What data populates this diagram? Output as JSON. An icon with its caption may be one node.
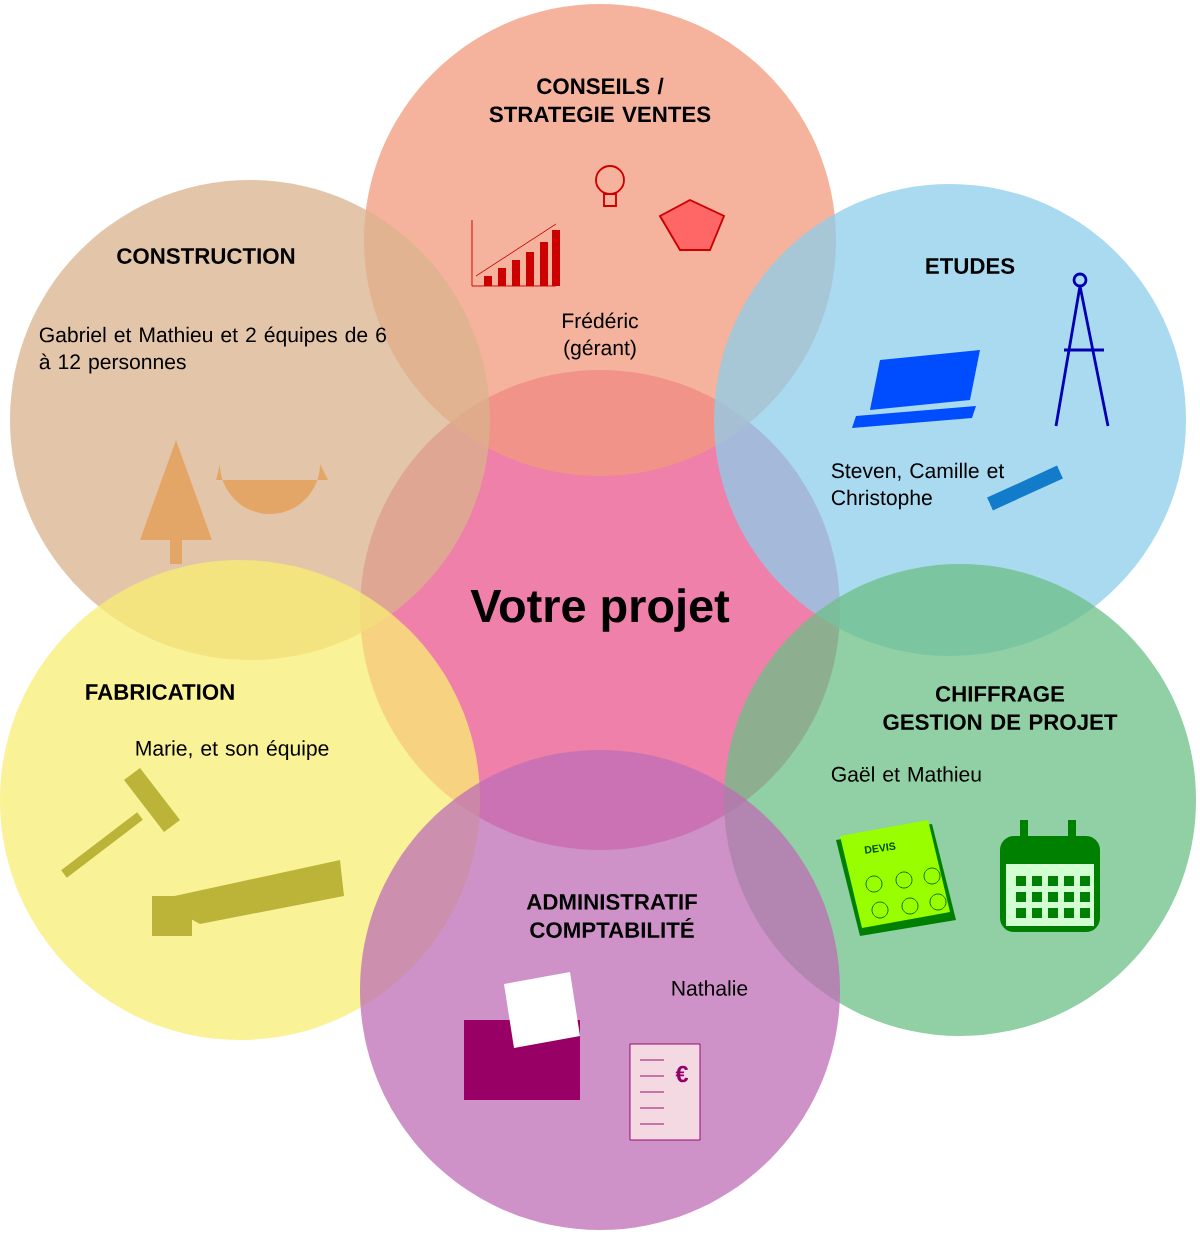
{
  "diagram": {
    "nodes": [
      {
        "text": [
          "CONSEILS / STRATEGIE VENTES",
          "Frédéric (gérant)"
        ]
      },
      {
        "text": [
          "CONSTRUCTION",
          "Gabriel et Mathieu et 2 équipes de 6 à 12 personnes"
        ]
      },
      {
        "text": [
          "ETUDES",
          "Steven, Camille et Christophe"
        ]
      },
      {
        "text": [
          "Votre projet"
        ]
      },
      {
        "text": [
          "FABRICATION",
          "Marie, et son équipe"
        ]
      },
      {
        "text": [
          "CHIFFRAGE GESTION DE PROJET",
          "Gaël et Mathieu"
        ]
      },
      {
        "text": [
          "ADMINISTRATIF COMPTABILITÉ",
          "Nathalie"
        ]
      }
    ],
    "labels": [
      "DEVIS",
      "€"
    ]
  }
}
